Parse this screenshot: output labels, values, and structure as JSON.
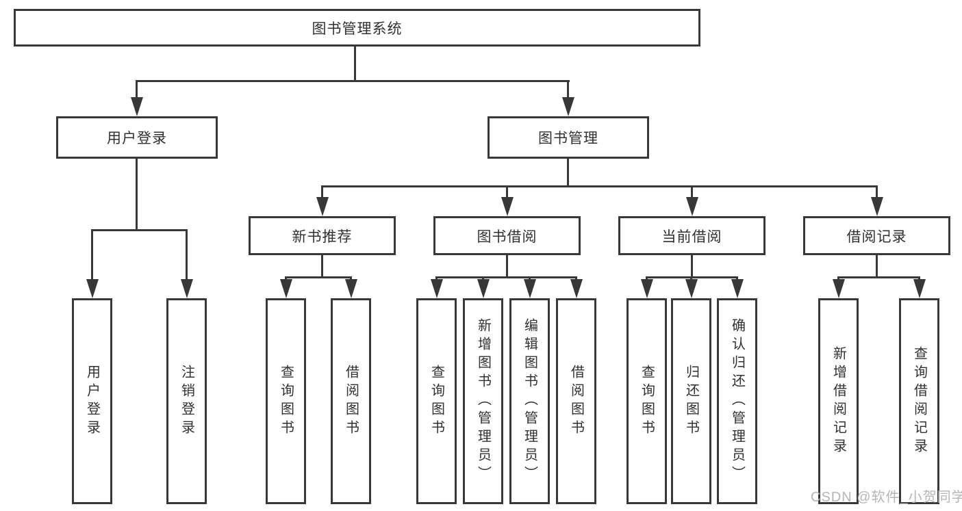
{
  "tree": {
    "label": "图书管理系统",
    "children": [
      {
        "id": "user-login-group",
        "label": "用户登录",
        "children": [
          {
            "id": "user-login",
            "label": "用户登录"
          },
          {
            "id": "logout",
            "label": "注销登录"
          }
        ]
      },
      {
        "id": "book-management",
        "label": "图书管理",
        "children": [
          {
            "id": "new-book-recommendation",
            "label": "新书推荐",
            "children": [
              {
                "id": "query-books",
                "label": "查询图书"
              },
              {
                "id": "borrow-books",
                "label": "借阅图书"
              }
            ]
          },
          {
            "id": "book-borrowing",
            "label": "图书借阅",
            "children": [
              {
                "id": "query-books",
                "label": "查询图书"
              },
              {
                "id": "add-books-admin",
                "label": "新增图书（管理员）"
              },
              {
                "id": "edit-books-admin",
                "label": "编辑图书（管理员）"
              },
              {
                "id": "borrow-books",
                "label": "借阅图书"
              }
            ]
          },
          {
            "id": "current-borrowing",
            "label": "当前借阅",
            "children": [
              {
                "id": "query-books",
                "label": "查询图书"
              },
              {
                "id": "return-books",
                "label": "归还图书"
              },
              {
                "id": "confirm-return-admin",
                "label": "确认归还（管理员）"
              }
            ]
          },
          {
            "id": "borrowing-records",
            "label": "借阅记录",
            "children": [
              {
                "id": "add-borrowing-record",
                "label": "新增借阅记录"
              },
              {
                "id": "query-borrowing-record",
                "label": "查询借阅记录"
              }
            ]
          }
        ]
      }
    ]
  },
  "watermark": "CSDN @软件_小贺同学",
  "colors": {
    "line": "#383838",
    "text": "#303030",
    "box_background": "#ffffff",
    "watermark": "#b5b5b5"
  }
}
